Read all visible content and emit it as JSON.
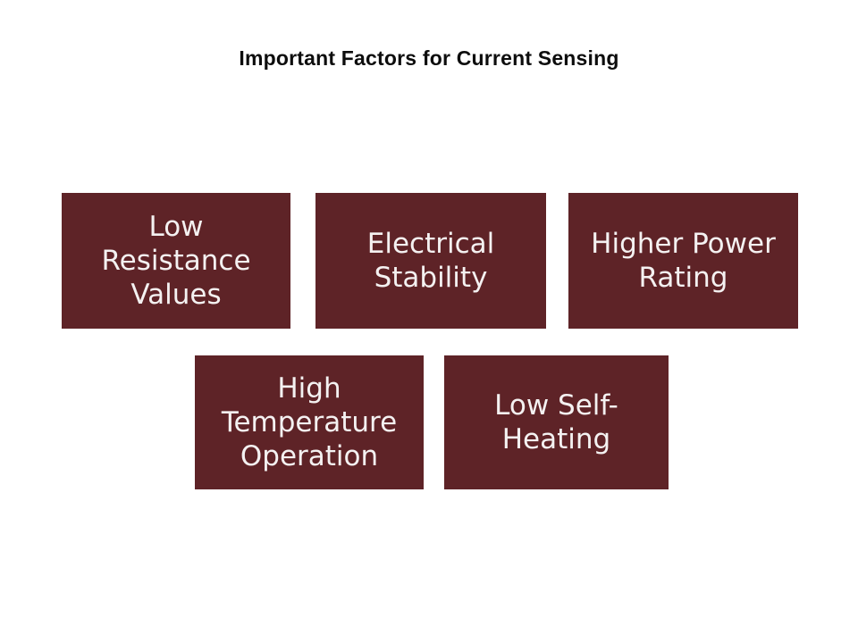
{
  "slide": {
    "title": "Important Factors for Current Sensing",
    "background_color": "#FFFFFF",
    "box_color": "#5E2327",
    "box_text_color": "#F4F1F1",
    "title_color": "#0D0D0D"
  },
  "boxes": [
    {
      "id": "low-resistance-values",
      "label": "Low\nResistance\nValues"
    },
    {
      "id": "electrical-stability",
      "label": "Electrical\nStability"
    },
    {
      "id": "higher-power-rating",
      "label": "Higher Power\nRating"
    },
    {
      "id": "high-temperature-operation",
      "label": "High\nTemperature\nOperation"
    },
    {
      "id": "low-self-heating",
      "label": "Low Self-\nHeating"
    }
  ]
}
